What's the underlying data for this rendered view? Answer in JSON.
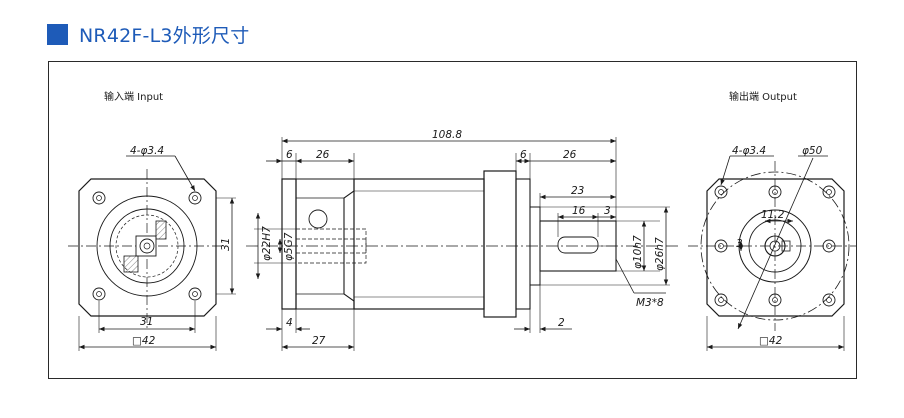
{
  "header": {
    "title": "NR42F-L3外形尺寸",
    "accent_color": "#1e5bb8"
  },
  "input_view": {
    "label": "输入端 Input",
    "dims": {
      "holes": "4-φ3.4",
      "height": "31",
      "width": "31",
      "square": "□42"
    }
  },
  "side_view": {
    "dims": {
      "total_length": "108.8",
      "left_flange": "6",
      "left_body": "26",
      "right_flange": "6",
      "right_body": "26",
      "shaft_length": "23",
      "key_length": "16",
      "key_offset": "3",
      "bore_outer": "φ22H7",
      "bore_inner": "φ5G7",
      "shaft_dia": "φ10h7",
      "pilot_dia": "φ26h7",
      "thread": "M3*8",
      "bottom_4": "4",
      "bottom_27": "27",
      "bottom_2": "2"
    }
  },
  "output_view": {
    "label": "输出端 Output",
    "dims": {
      "holes": "4-φ3.4",
      "pcd": "φ50",
      "key_width": "11.2",
      "key_small": "3",
      "square": "□42"
    }
  }
}
